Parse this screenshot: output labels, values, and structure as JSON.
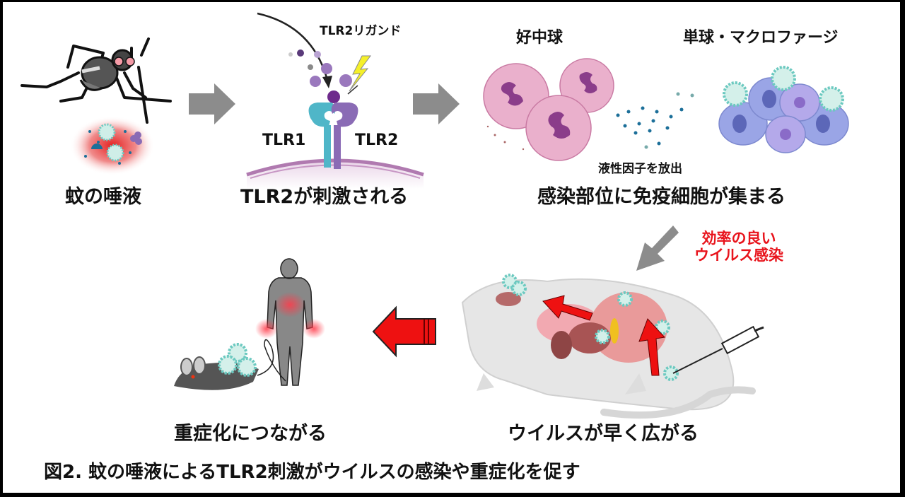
{
  "figure": {
    "caption": "図2. 蚊の唾液によるTLR2刺激がウイルスの感染や重症化を促す",
    "colors": {
      "flow_arrow": "#8c8c8c",
      "highlight_arrow": "#ee1111",
      "highlight_text": "#e8141c",
      "tlr1": "#4fb6c8",
      "tlr2": "#8a6bb5",
      "neutrophil": "#e8a6c6",
      "macrophage": "#8f9be0",
      "virus": "#6cc9c0"
    }
  },
  "steps": [
    {
      "id": "mosquito-saliva",
      "label": "蚊の唾液",
      "icon": "mosquito-icon"
    },
    {
      "id": "tlr2-stimulation",
      "label": "TLR2が刺激される",
      "icon": "receptor-icon",
      "annotations": {
        "ligand": "TLR2リガンド",
        "receptor_left": "TLR1",
        "receptor_right": "TLR2"
      }
    },
    {
      "id": "immune-recruitment",
      "label": "感染部位に免疫細胞が集まる",
      "icon": "immune-cells-icon",
      "annotations": {
        "neutrophil": "好中球",
        "monocyte": "単球・マクロファージ",
        "release": "液性因子を放出"
      }
    },
    {
      "id": "virus-spread",
      "label": "ウイルスが早く広がる",
      "icon": "mouse-icon",
      "annotations": {
        "efficient_infection": [
          "効率の良い",
          "ウイルス感染"
        ]
      }
    },
    {
      "id": "severe-disease",
      "label": "重症化につながる",
      "icon": "human-mouse-icon"
    }
  ]
}
